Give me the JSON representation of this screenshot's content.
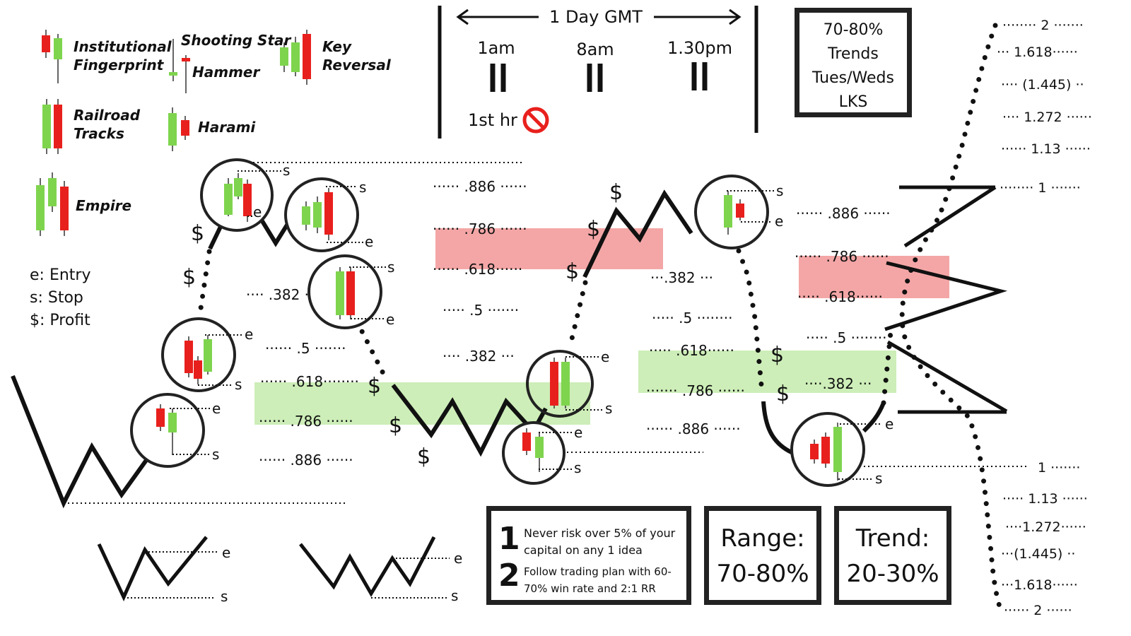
{
  "patterns": [
    {
      "line1": "Institutional",
      "line2": "Fingerprint"
    },
    {
      "line1": "Shooting Star",
      "line2": ""
    },
    {
      "line1": "Hammer",
      "line2": ""
    },
    {
      "line1": "Key",
      "line2": "Reversal"
    },
    {
      "line1": "Railroad",
      "line2": "Tracks"
    },
    {
      "line1": "Harami",
      "line2": ""
    },
    {
      "line1": "Empire",
      "line2": ""
    }
  ],
  "legend": [
    "e: Entry",
    "s: Stop",
    "$: Profit"
  ],
  "session": {
    "title": "1 Day GMT",
    "times": [
      "1am",
      "8am",
      "1.30pm"
    ],
    "first_hr": "1st hr"
  },
  "trends_box": [
    "70-80%",
    "Trends",
    "Tues/Weds",
    "LKS"
  ],
  "rules": [
    {
      "num": "1",
      "text1": "Never risk over 5% of your",
      "text2": "capital on any 1 idea"
    },
    {
      "num": "2",
      "text1": "Follow trading plan with 60-",
      "text2": "70% win rate and 2:1 RR"
    }
  ],
  "range_box": {
    "label": "Range:",
    "value": "70-80%"
  },
  "trend_box": {
    "label": "Trend:",
    "value": "20-30%"
  },
  "marks": {
    "entry": "e",
    "stop": "s",
    "profit": "$"
  },
  "fib_left": [
    ".886",
    ".786",
    ".618",
    ".5",
    ".382"
  ],
  "fib_mid_upper": [
    ".886",
    ".786",
    ".618",
    ".5",
    ".382"
  ],
  "fib_mid_right": [
    ".382",
    ".5",
    ".618",
    ".786",
    ".886"
  ],
  "fib_right": [
    ".886",
    ".786",
    ".618",
    ".5",
    ".382"
  ],
  "ext_upper": [
    "2",
    "1.618",
    "(1.445)",
    "1.272",
    "1.13",
    "1"
  ],
  "ext_lower": [
    "1",
    "1.13",
    "1.272",
    "(1.445)",
    "1.618",
    "2"
  ],
  "colors": {
    "red": "#e8201d",
    "green": "#7fd44e",
    "red_zone": "#f4a6a6",
    "green_zone": "#cdeeb8",
    "ink": "#111111"
  }
}
